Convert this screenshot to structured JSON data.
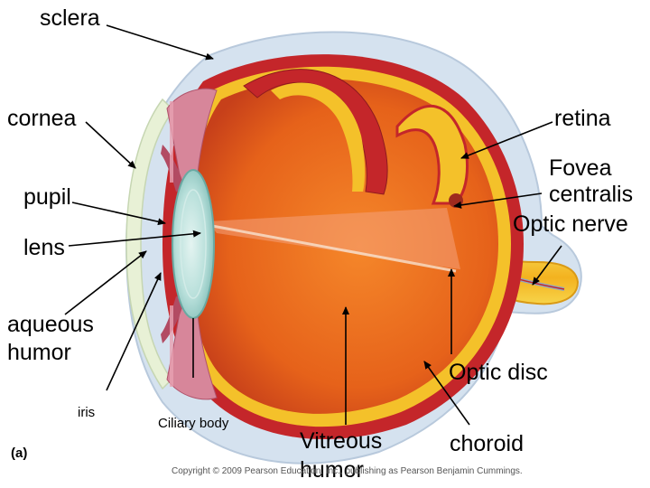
{
  "labels": {
    "sclera": "sclera",
    "cornea": "cornea",
    "retina": "retina",
    "fovea_line1": "Fovea",
    "fovea_line2": "centralis",
    "optic_nerve": "Optic nerve",
    "pupil": "pupil",
    "lens": "lens",
    "aqueous_line1": "aqueous",
    "aqueous_line2": "humor",
    "iris": "iris",
    "ciliary_body": "Ciliary body",
    "vitreous_line1": "Vitreous",
    "vitreous_line2": "humor",
    "optic_disc": "Optic disc",
    "choroid": "choroid",
    "figure_tag": "(a)"
  },
  "copyright": "Copyright © 2009 Pearson Education, Inc., publishing as Pearson Benjamin Cummings.",
  "colors": {
    "sclera_outer": "#d6e3f0",
    "sclera_green": "#e7f0d4",
    "choroid_red": "#c4262a",
    "retina_yellow": "#f6c329",
    "vitreous_orange": "#e8661b",
    "lens_teal": "#a8d4d0",
    "iris_pink": "#d7869a"
  }
}
